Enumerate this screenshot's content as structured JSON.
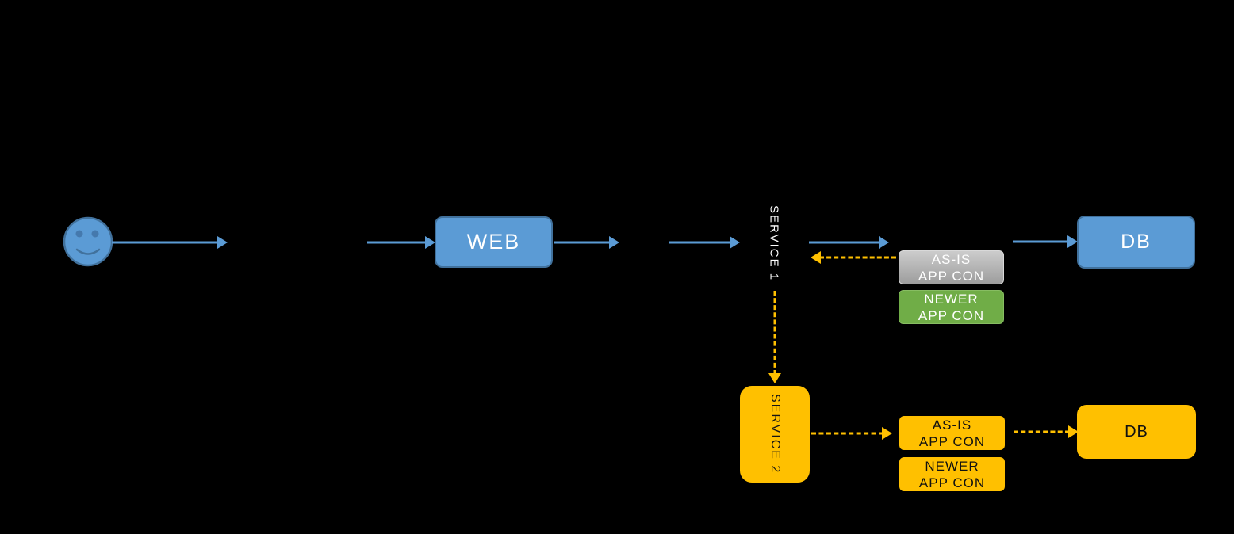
{
  "diagram": {
    "user": {
      "icon": "smiley-user-icon"
    },
    "top_flow": {
      "web_label": "WEB",
      "service1_label": "SERVICE 1",
      "asis_box": {
        "line1": "AS-IS",
        "line2": "APP CON"
      },
      "newer_box": {
        "line1": "NEWER",
        "line2": "APP CON"
      },
      "db_label": "DB"
    },
    "bottom_flow": {
      "service2_label": "SERVICE 2",
      "asis_box": {
        "line1": "AS-IS",
        "line2": "APP CON"
      },
      "newer_box": {
        "line1": "NEWER",
        "line2": "APP CON"
      },
      "db_label": "DB"
    },
    "colors": {
      "background": "#000000",
      "blue_fill": "#5B9BD5",
      "blue_border": "#41719C",
      "gold": "#FFC000",
      "green_fill": "#70AD47",
      "gray_light": "#CCCCCC",
      "gray_dark": "#9D9D9D",
      "white_text": "#FFFFFF",
      "black_text": "#111111"
    }
  }
}
